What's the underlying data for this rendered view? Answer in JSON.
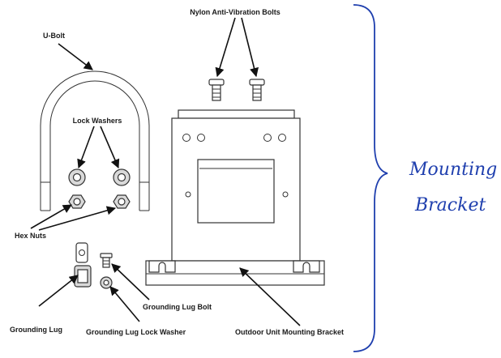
{
  "labels": {
    "nylon_bolts": "Nylon Anti-Vibration Bolts",
    "u_bolt": "U-Bolt",
    "lock_washers": "Lock Washers",
    "hex_nuts": "Hex Nuts",
    "grounding_lug_bolt": "Grounding Lug Bolt",
    "grounding_lug": "Grounding Lug",
    "grounding_lug_lock_washer": "Grounding Lug Lock Washer",
    "outdoor_unit_mounting_bracket": "Outdoor Unit Mounting Bracket"
  },
  "side_title": {
    "line1": "Mounting",
    "line2": "Bracket"
  },
  "colors": {
    "side_title": "#1f3fae",
    "brace": "#1f3fae",
    "line_art": "#333333"
  }
}
